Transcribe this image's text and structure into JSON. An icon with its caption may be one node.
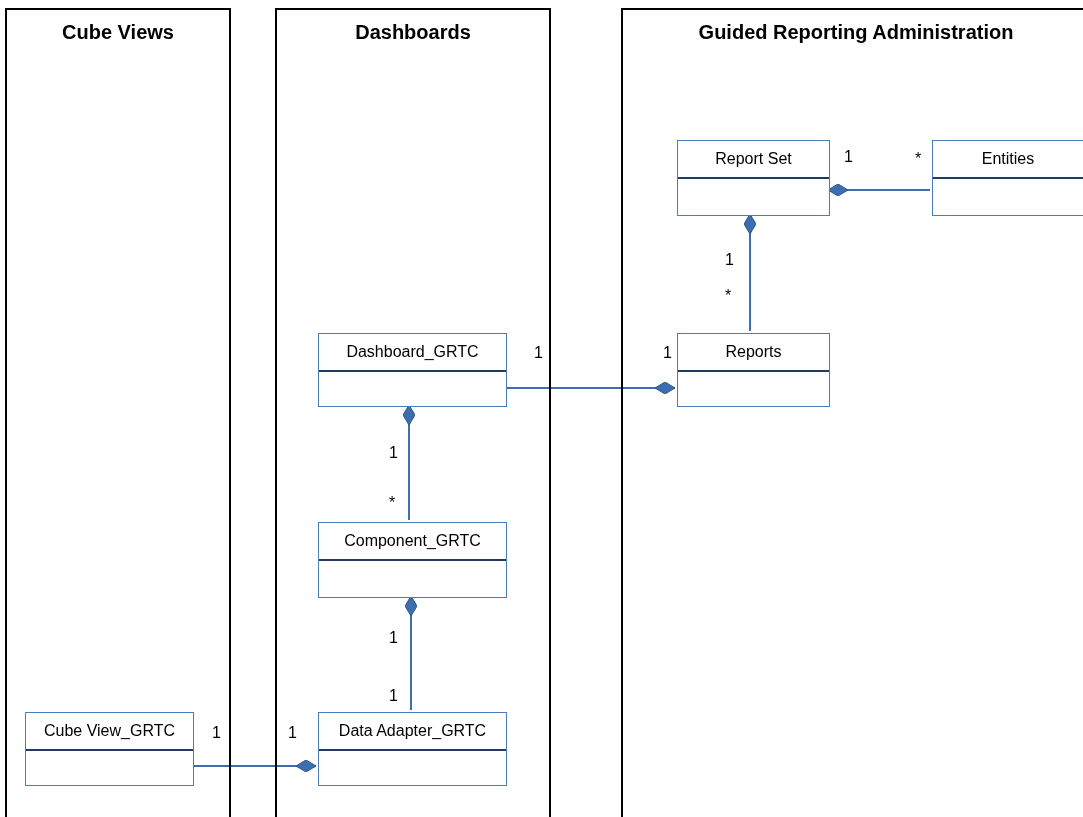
{
  "diagram": {
    "nodes": [
      {
        "text": [
          "Cube Views"
        ]
      },
      {
        "text": [
          "Dashboards"
        ]
      },
      {
        "text": [
          "Guided Reporting Administration"
        ]
      },
      {
        "text": [
          "Report Set"
        ],
        "in": 2
      },
      {
        "text": [
          "Entities"
        ],
        "in": 2
      },
      {
        "text": [
          "Dashboard_GRTC"
        ],
        "in": 1
      },
      {
        "text": [
          "Reports"
        ],
        "in": 2
      },
      {
        "text": [
          "Component_GRTC"
        ],
        "in": 1
      },
      {
        "text": [
          "Cube View_GRTC"
        ],
        "in": 0
      },
      {
        "text": [
          "Data Adapter_GRTC"
        ],
        "in": 1
      }
    ],
    "edges": [
      {
        "from": 4,
        "to": 3,
        "arrow": "other"
      },
      {
        "from": 6,
        "to": 3,
        "arrow": "other"
      },
      {
        "from": 5,
        "to": 6,
        "arrow": "other"
      },
      {
        "from": 7,
        "to": 5,
        "arrow": "other"
      },
      {
        "from": 9,
        "to": 7,
        "arrow": "other"
      },
      {
        "from": 8,
        "to": 9,
        "arrow": "other"
      }
    ],
    "labels": [
      "1",
      "*",
      "1",
      "*",
      "1",
      "1",
      "1",
      "*",
      "1",
      "1",
      "1",
      "1"
    ]
  }
}
